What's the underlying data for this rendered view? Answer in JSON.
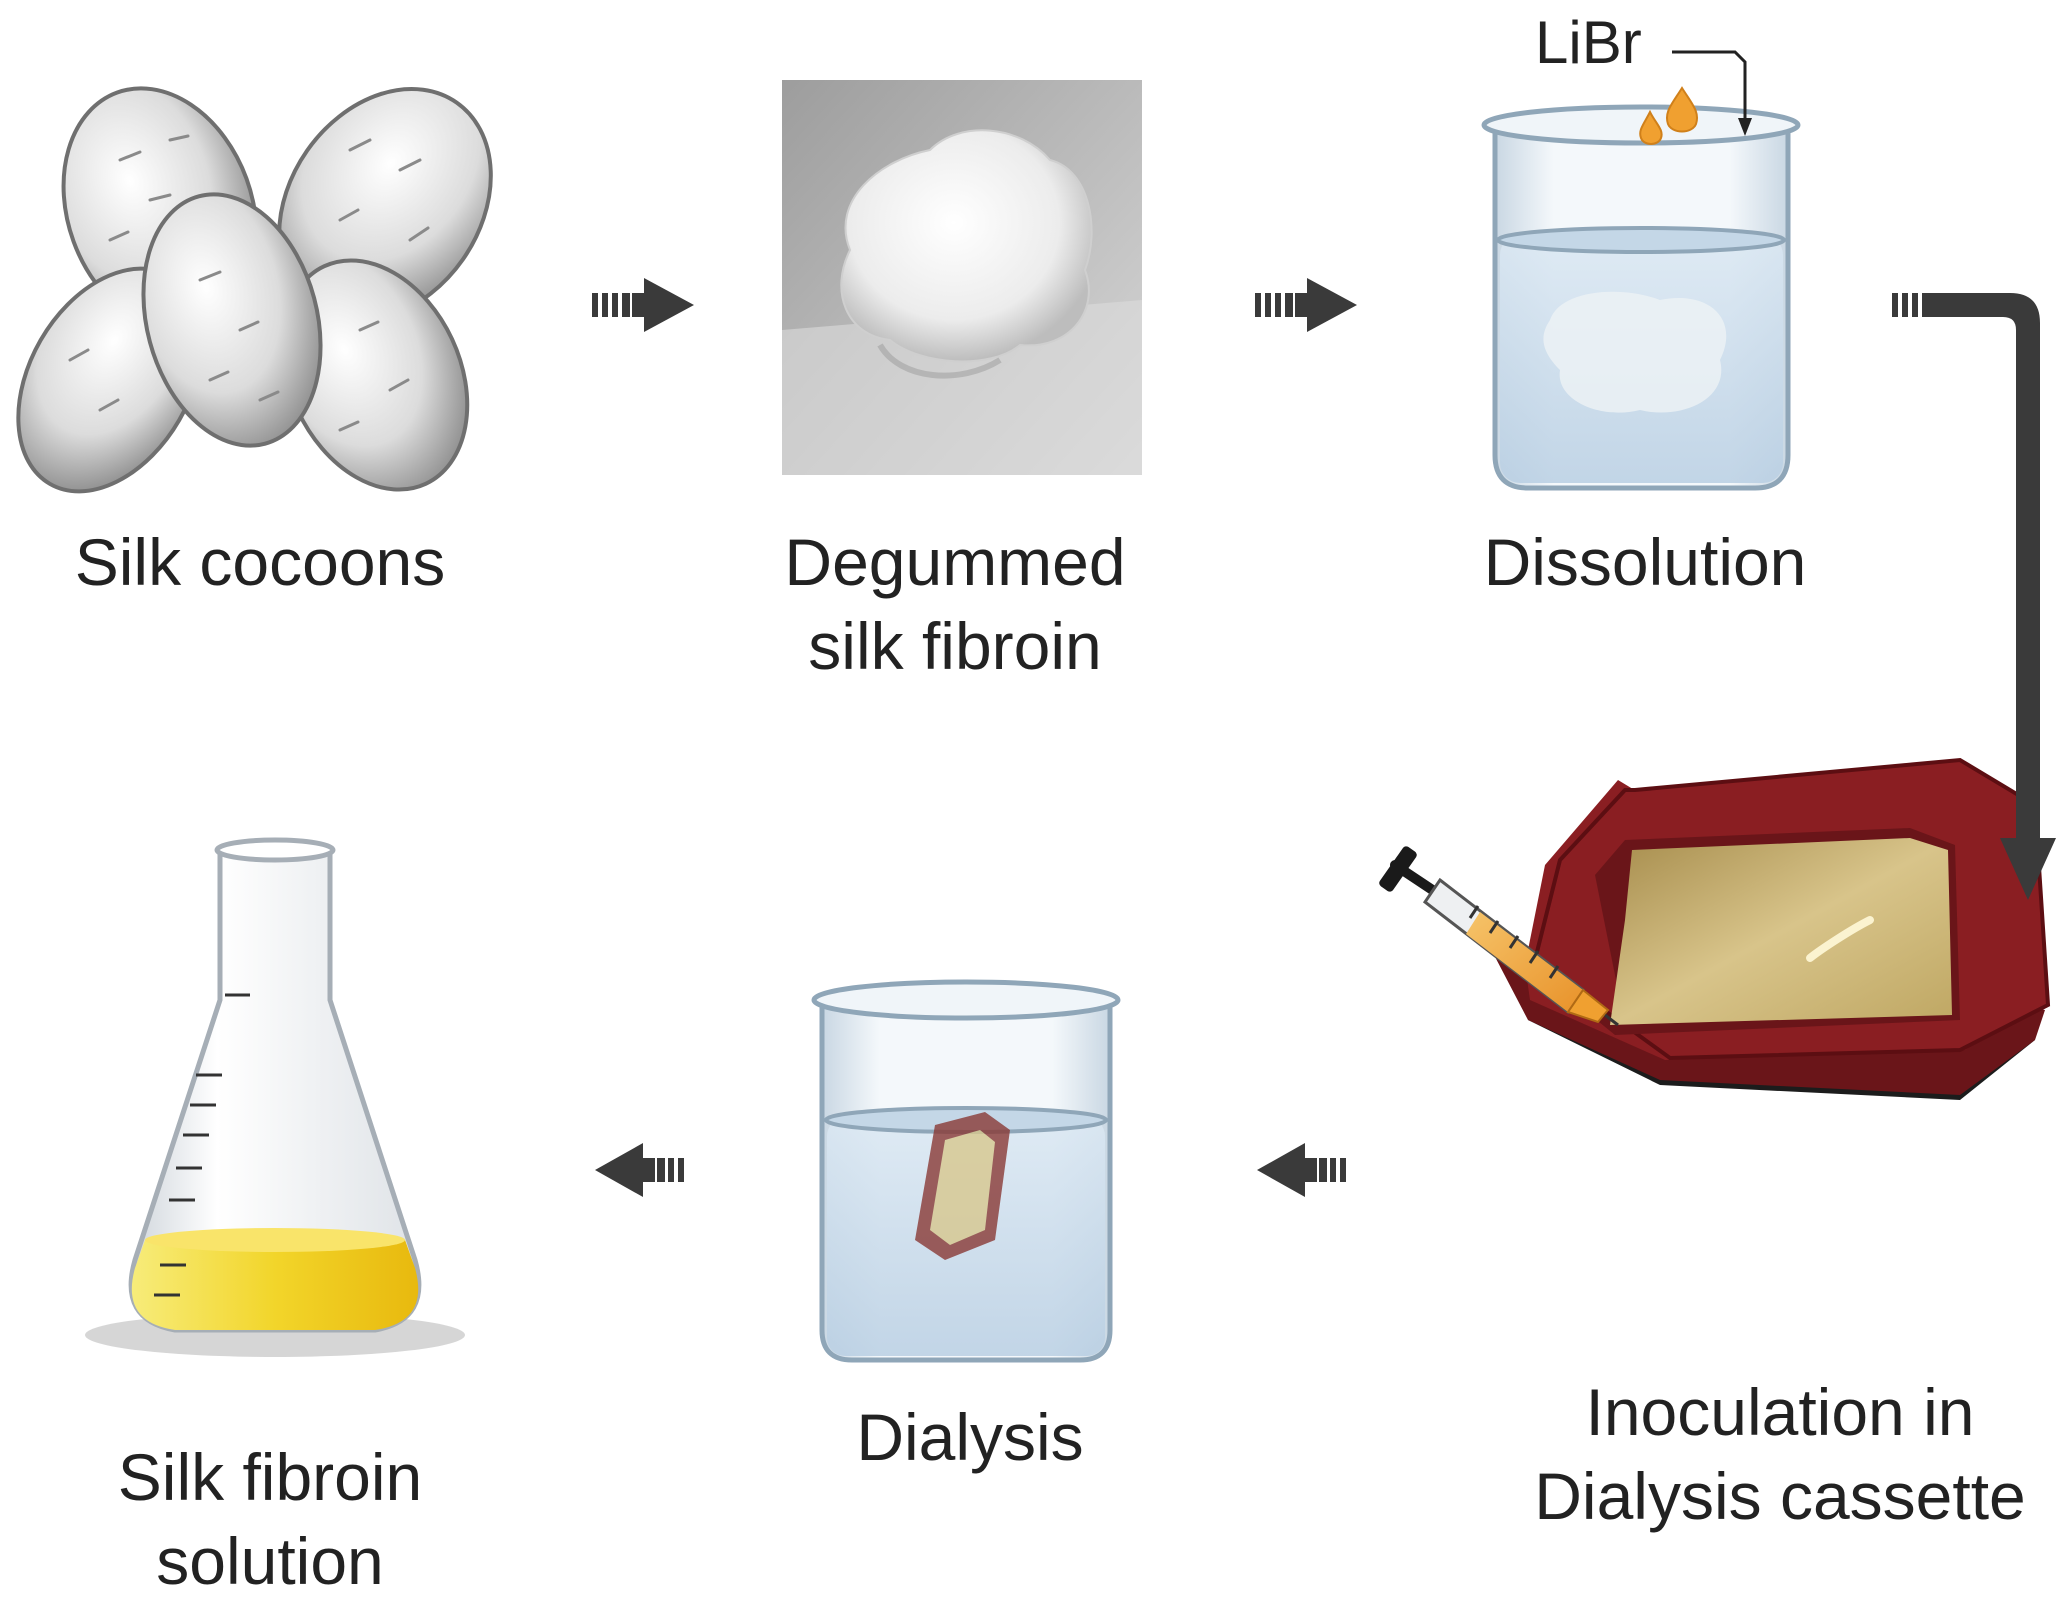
{
  "steps": [
    {
      "id": "silk-cocoons",
      "lines": [
        "Silk cocoons"
      ]
    },
    {
      "id": "degummed",
      "lines": [
        "Degummed",
        "silk fibroin"
      ]
    },
    {
      "id": "dissolution",
      "lines": [
        "Dissolution"
      ]
    },
    {
      "id": "inoculation",
      "lines": [
        "Inoculation in",
        "Dialysis cassette"
      ]
    },
    {
      "id": "dialysis",
      "lines": [
        "Dialysis"
      ]
    },
    {
      "id": "solution",
      "lines": [
        "Silk fibroin",
        "solution"
      ]
    }
  ],
  "reagent": {
    "label": "LiBr"
  },
  "colors": {
    "arrow": "#3a3a3a",
    "text": "#222222",
    "water": "#cfe0ef",
    "cassette_frame": "#8a1e22",
    "cassette_fill": "#c9b477",
    "solution_yellow": "#f2d52a",
    "libr_drop": "#f0a030"
  }
}
